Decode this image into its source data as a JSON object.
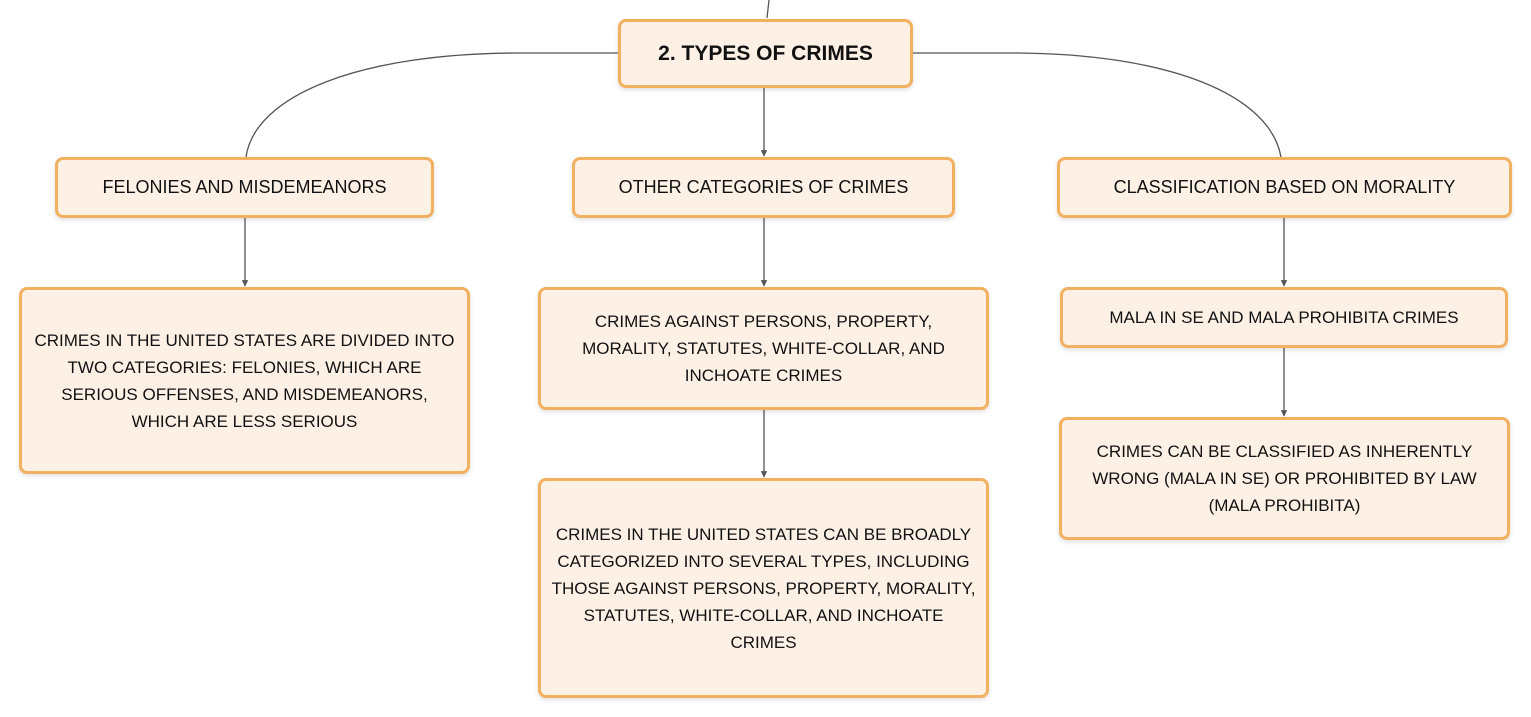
{
  "diagram": {
    "root": {
      "label": "2. TYPES OF CRIMES"
    },
    "branches": [
      {
        "label": "FELONIES AND MISDEMEANORS",
        "children": [
          "CRIMES IN THE UNITED STATES ARE DIVIDED INTO TWO CATEGORIES: FELONIES, WHICH ARE SERIOUS OFFENSES, AND MISDEMEANORS, WHICH ARE LESS SERIOUS"
        ]
      },
      {
        "label": "OTHER CATEGORIES OF CRIMES",
        "children": [
          "CRIMES AGAINST PERSONS, PROPERTY, MORALITY, STATUTES, WHITE-COLLAR, AND INCHOATE CRIMES",
          "CRIMES IN THE UNITED STATES CAN BE BROADLY CATEGORIZED INTO SEVERAL TYPES, INCLUDING THOSE AGAINST PERSONS, PROPERTY, MORALITY, STATUTES, WHITE-COLLAR, AND INCHOATE CRIMES"
        ]
      },
      {
        "label": "CLASSIFICATION BASED ON MORALITY",
        "children": [
          "MALA IN SE AND MALA PROHIBITA CRIMES",
          "CRIMES CAN BE CLASSIFIED AS INHERENTLY WRONG (MALA IN SE) OR PROHIBITED BY LAW (MALA PROHIBITA)"
        ]
      }
    ]
  },
  "colors": {
    "node_fill": "#fdf1e5",
    "node_border": "#f2b061",
    "connector": "#555555",
    "text": "#111111"
  }
}
